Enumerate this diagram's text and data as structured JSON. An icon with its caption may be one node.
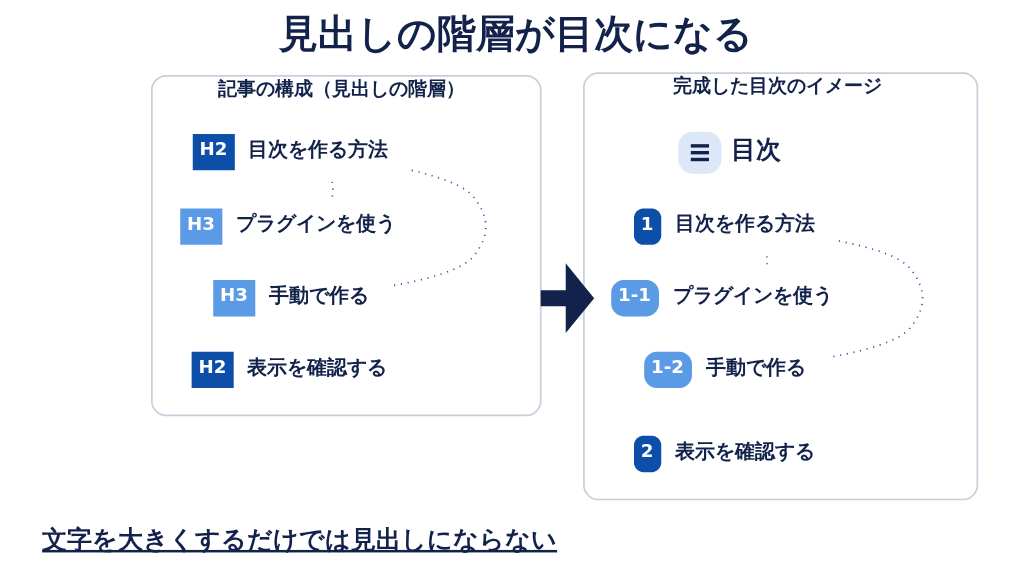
{
  "diagram": {
    "title": "見出しの階層が目次になる",
    "nodes": [
      {
        "text": [
          "記事の構成（見出しの階層）"
        ]
      },
      {
        "text": [
          "H2",
          "目次を作る方法"
        ],
        "in": 0
      },
      {
        "text": [
          "H3",
          "プラグインを使う"
        ],
        "in": 0
      },
      {
        "text": [
          "H3",
          "手動で作る"
        ],
        "in": 0
      },
      {
        "text": [
          "H2",
          "表示を確認する"
        ],
        "in": 0
      },
      {
        "text": [
          "完成した目次のイメージ"
        ]
      },
      {
        "text": [
          "目次"
        ],
        "in": 5
      },
      {
        "text": [
          "1",
          "目次を作る方法"
        ],
        "in": 5
      },
      {
        "text": [
          "1-1",
          "プラグインを使う"
        ],
        "in": 5
      },
      {
        "text": [
          "1-2",
          "手動で作る"
        ],
        "in": 5
      },
      {
        "text": [
          "2",
          "表示を確認する"
        ],
        "in": 5
      }
    ],
    "edges": [
      {
        "from": 1,
        "to": 2,
        "arrow": "none",
        "style": "dashed"
      },
      {
        "from": 1,
        "to": 3,
        "arrow": "none",
        "style": "dashed"
      },
      {
        "from": 0,
        "to": 5,
        "arrow": "to",
        "style": "thick"
      },
      {
        "from": 7,
        "to": 8,
        "arrow": "none",
        "style": "dashed"
      },
      {
        "from": 7,
        "to": 9,
        "arrow": "none",
        "style": "dashed"
      }
    ],
    "labels": [
      "文字を大きくするだけでは見出しにならない"
    ]
  }
}
